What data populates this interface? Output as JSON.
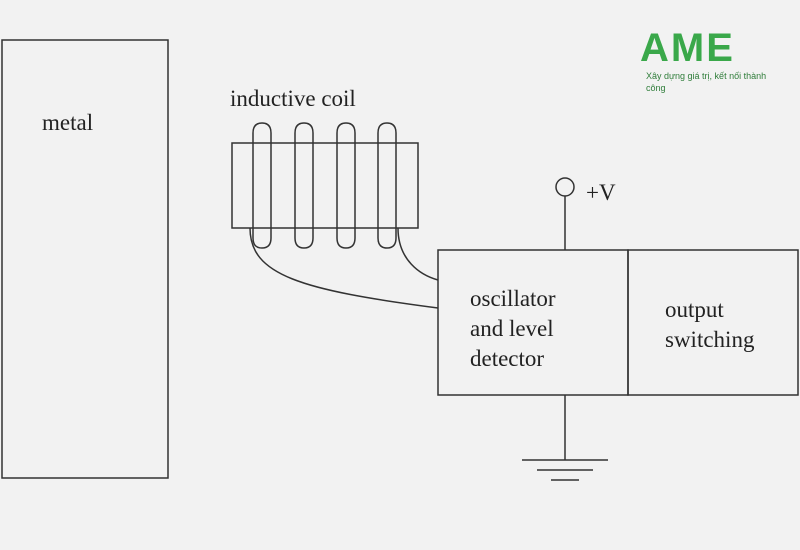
{
  "logo": {
    "text": "AME",
    "tagline": "Xây dựng giá trị, kết nối thành công",
    "color": "#3aa84a"
  },
  "labels": {
    "metal": "metal",
    "inductive_coil": "inductive coil",
    "supply": "+V",
    "oscillator": [
      "oscillator",
      "and level",
      "detector"
    ],
    "output": [
      "output",
      "switching"
    ]
  }
}
